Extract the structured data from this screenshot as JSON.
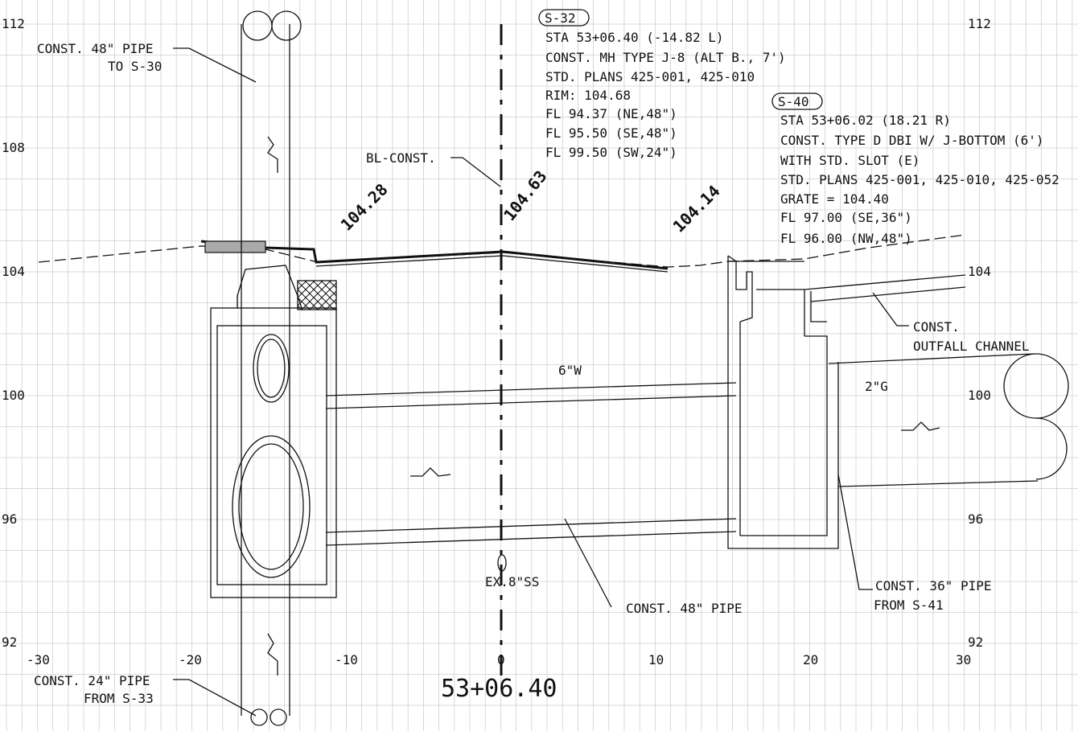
{
  "axes": {
    "x_ticks": [
      "-30",
      "-20",
      "-10",
      "0",
      "10",
      "20",
      "30"
    ],
    "y_ticks_left": [
      "112",
      "108",
      "104",
      "100",
      "96",
      "92"
    ],
    "y_ticks_right": [
      "112",
      "104",
      "100",
      "96",
      "92"
    ]
  },
  "station": "53+06.40",
  "centerline_label": "BL-CONST.",
  "s32": {
    "id": "S-32",
    "lines": [
      "STA 53+06.40 (-14.82 L)",
      "CONST. MH TYPE J-8 (ALT B., 7')",
      "STD. PLANS 425-001, 425-010",
      "RIM: 104.68",
      "FL 94.37 (NE,48\")",
      "FL 95.50 (SE,48\")",
      "FL 99.50 (SW,24\")"
    ]
  },
  "s40": {
    "id": "S-40",
    "lines": [
      "STA 53+06.02 (18.21 R)",
      "CONST. TYPE D DBI W/ J-BOTTOM (6')",
      "WITH STD. SLOT (E)",
      "STD. PLANS 425-001, 425-010, 425-052",
      "GRATE = 104.40",
      "FL 97.00 (SE,36\")",
      "FL 96.00 (NW,48\")"
    ]
  },
  "elevations": [
    "104.28",
    "104.63",
    "104.14"
  ],
  "callouts": {
    "pipe48_top": [
      "CONST. 48\" PIPE",
      "TO S-30"
    ],
    "pipe24": [
      "CONST. 24\" PIPE",
      "FROM S-33"
    ],
    "pipe48_bottom": [
      "CONST. 48\" PIPE"
    ],
    "pipe36": [
      "CONST. 36\" PIPE",
      "FROM S-41"
    ],
    "outfall": [
      "CONST.",
      "OUTFALL CHANNEL"
    ]
  },
  "utilities": {
    "water": "6\"W",
    "gas": "2\"G",
    "sewer": "EX.8\"SS"
  }
}
